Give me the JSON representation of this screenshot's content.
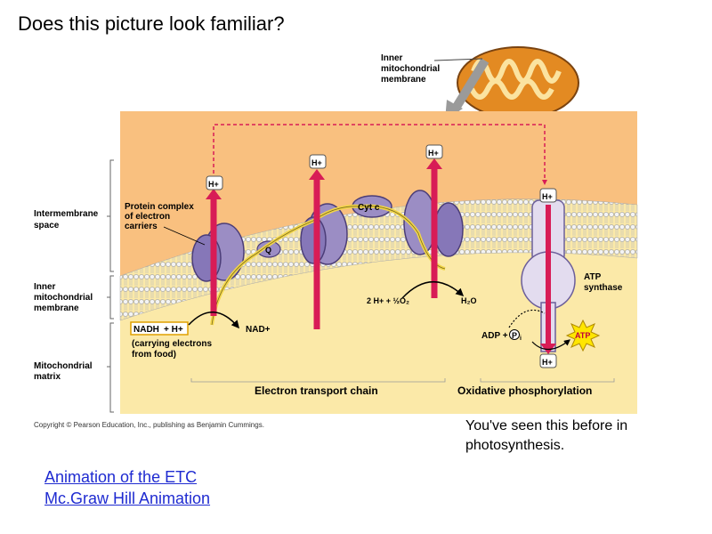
{
  "slide": {
    "title": "Does this picture look familiar?",
    "note_line1": "You've seen this before in",
    "note_line2": "photosynthesis."
  },
  "links": {
    "etc_animation": "Animation of the ETC",
    "mcgraw_animation": "Mc.Graw Hill Animation"
  },
  "diagram": {
    "inner_membrane_callout": [
      "Inner",
      "mitochondrial",
      "membrane"
    ],
    "regions": {
      "intermembrane": [
        "Intermembrane",
        "space"
      ],
      "inner_membrane": [
        "Inner",
        "mitochondrial",
        "membrane"
      ],
      "matrix": [
        "Mitochondrial",
        "matrix"
      ]
    },
    "protein_complex_label": [
      "Protein complex",
      "of electron",
      "carriers"
    ],
    "cyt_c": "Cyt c",
    "q": "Q",
    "h_plus": "H+",
    "nadh": "NADH",
    "plus_h": "+ H+",
    "nad_plus": "NAD+",
    "carrying": [
      "(carrying electrons",
      "from food)"
    ],
    "oxygen_eq": "2 H+ + ½O₂",
    "water": "H₂O",
    "atp_synthase": [
      "ATP",
      "synthase"
    ],
    "adp": "ADP +",
    "pi": "P",
    "pi_sub": "i",
    "atp": "ATP",
    "etc_label": "Electron transport chain",
    "oxphos_label": "Oxidative phosphorylation",
    "copyright": "Copyright © Pearson Education, Inc., publishing as Benjamin Cummings."
  },
  "colors": {
    "intermembrane_bg": "#f9c07f",
    "matrix_bg": "#fbe9a8",
    "protein": "#9b8dc4",
    "h_arrow": "#d81c56",
    "electron_path": "#f2d648",
    "mito_outer": "#e38a22"
  }
}
